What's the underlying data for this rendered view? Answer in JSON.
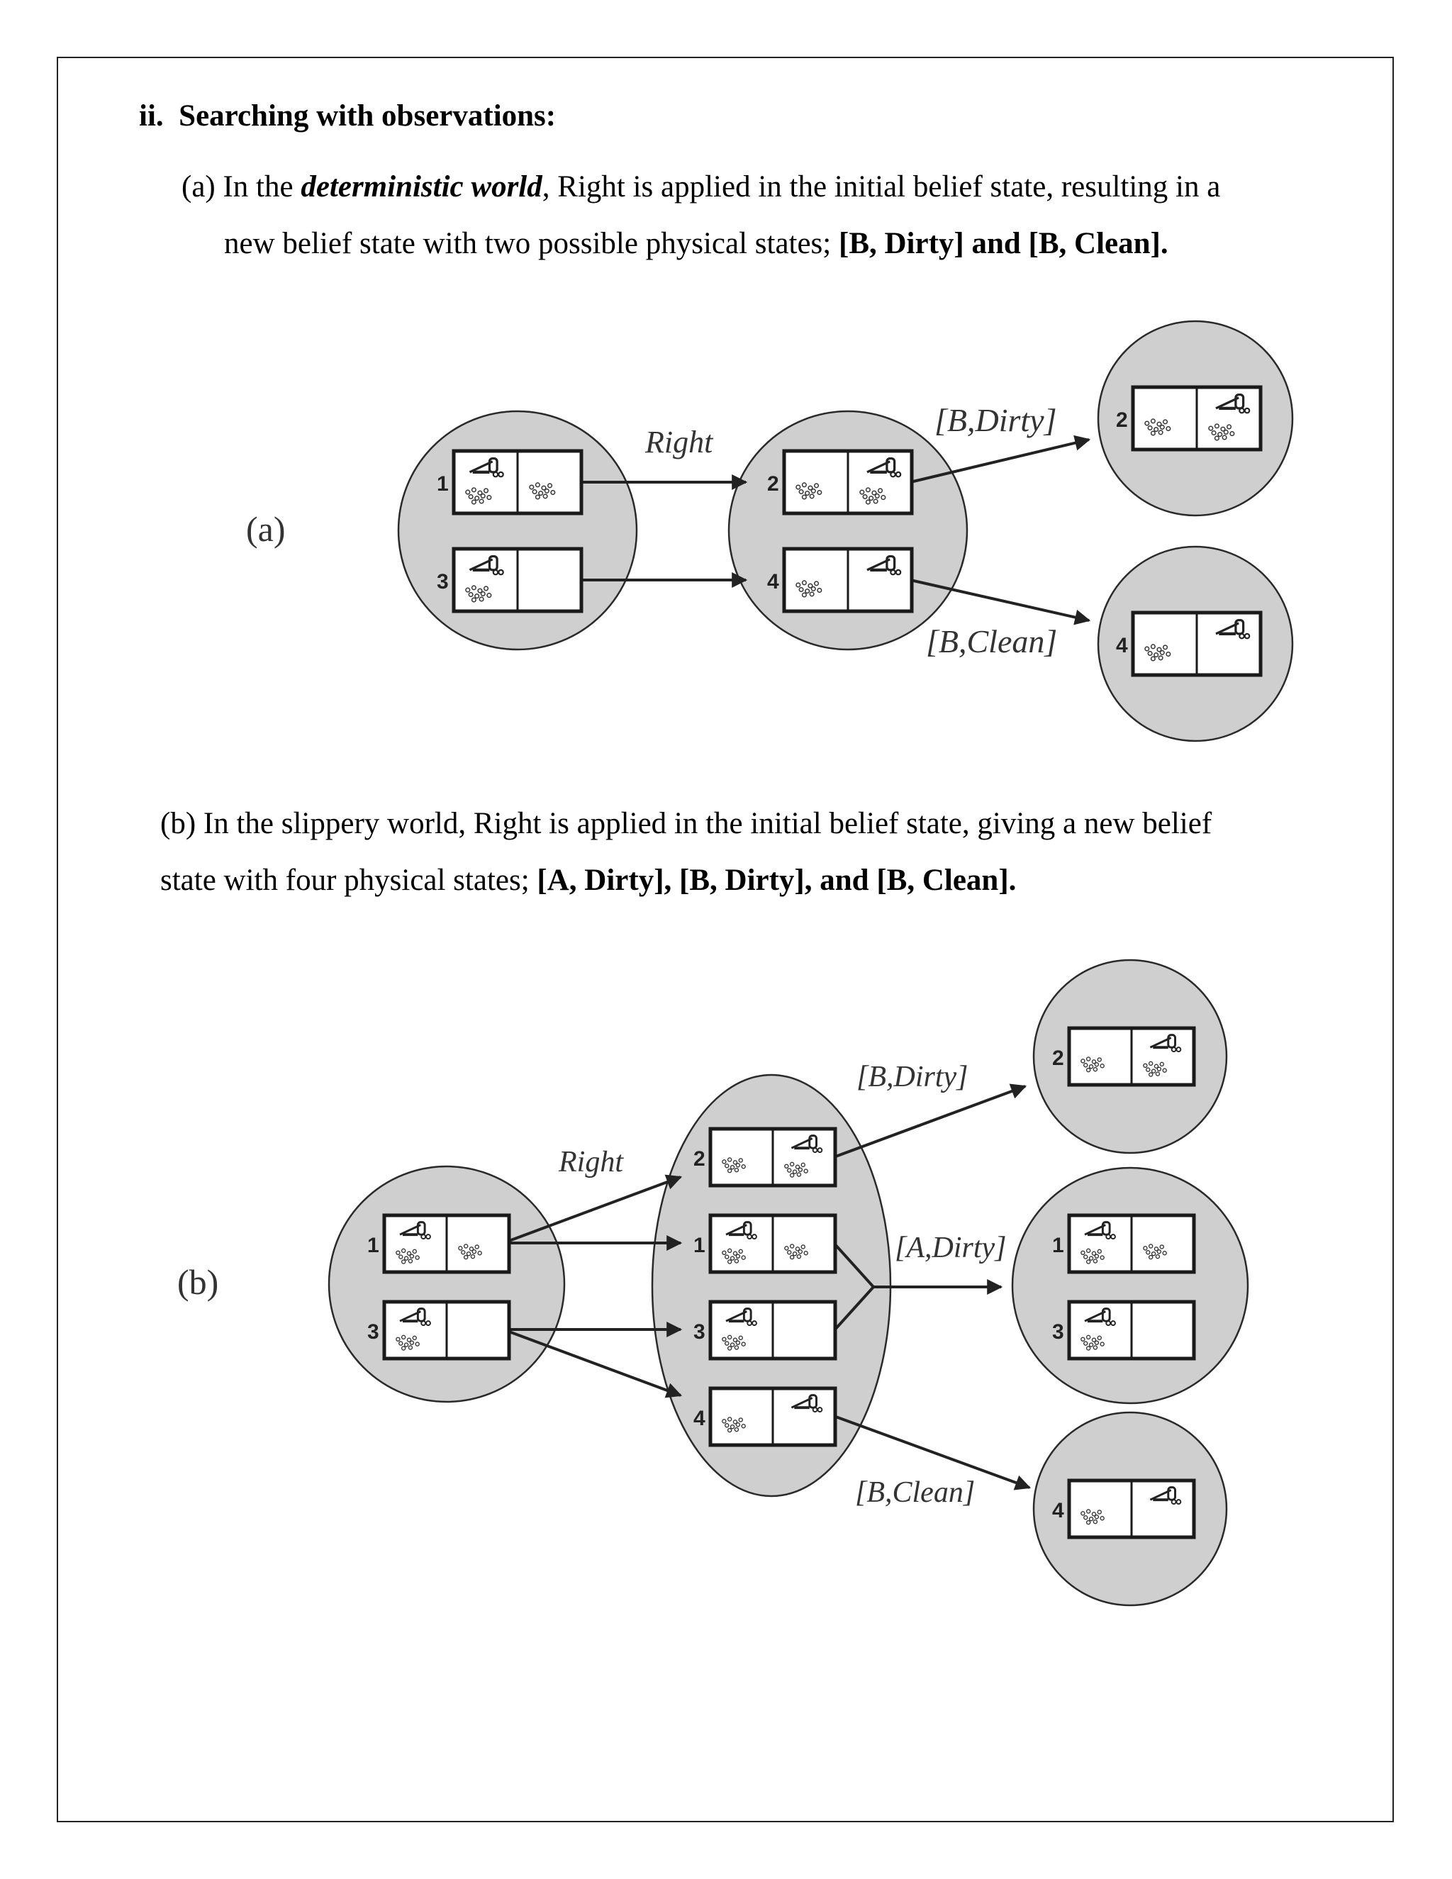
{
  "heading": {
    "number": "ii.",
    "title": "Searching with observations:"
  },
  "para_a": {
    "pre": "(a) In the ",
    "emph": "deterministic world",
    "mid": ", Right is applied in the initial belief state, resulting in a",
    "line2_pre": "new belief state with two possible physical states; ",
    "line2_bold": "[B, Dirty] and [B, Clean]."
  },
  "para_b": {
    "line1": "(b) In the slippery world, Right is applied in the initial belief state, giving a new belief",
    "line2_pre": "state with four physical states; ",
    "line2_bold": "[A, Dirty], [B, Dirty], and [B, Clean]."
  },
  "figure_a": {
    "panel_label": "(a)",
    "action_label": "Right",
    "percept_top": "[B,Dirty]",
    "percept_bottom": "[B,Clean]",
    "state_numbers": [
      "1",
      "3",
      "2",
      "4",
      "2",
      "4"
    ]
  },
  "figure_b": {
    "panel_label": "(b)",
    "action_label": "Right",
    "percept_top": "[B,Dirty]",
    "percept_mid": "[A,Dirty]",
    "percept_bottom": "[B,Clean]",
    "state_numbers": [
      "1",
      "3",
      "2",
      "1",
      "3",
      "4",
      "2",
      "1",
      "3",
      "4"
    ]
  },
  "colors": {
    "belief_fill": "#cfcfcf",
    "stroke": "#2a2a2a",
    "page": "#ffffff"
  },
  "icons": {
    "robot": "vacuum-robot-icon",
    "dirt": "dirt-icon"
  }
}
